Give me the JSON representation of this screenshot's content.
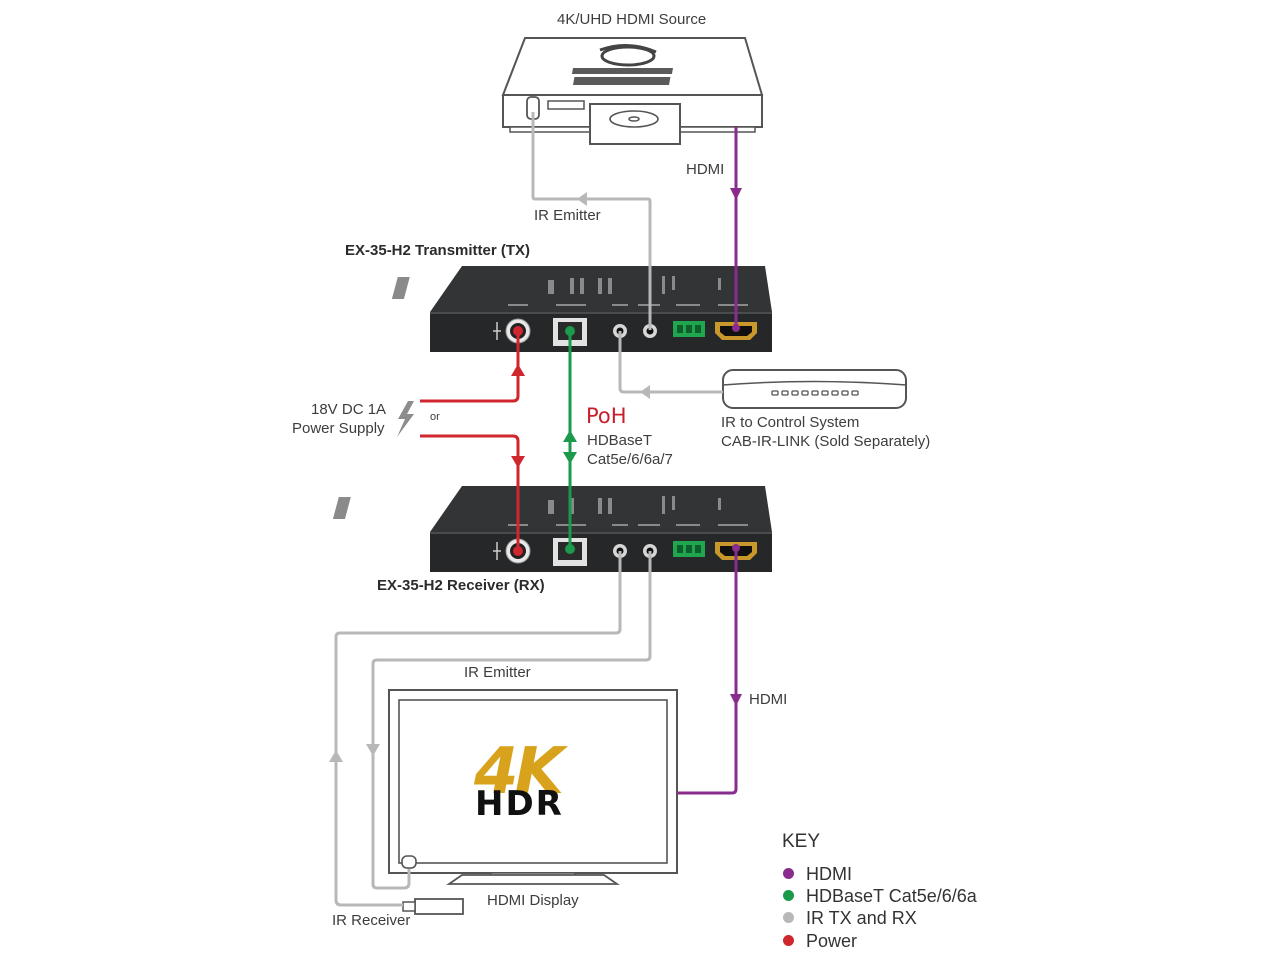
{
  "labels": {
    "source": "4K/UHD HDMI Source",
    "hdmi_top": "HDMI",
    "ir_emitter_top": "IR Emitter",
    "transmitter": "EX-35-H2 Transmitter (TX)",
    "power_line1": "18V DC 1A",
    "power_line2": "Power Supply",
    "or": "or",
    "poh": "PoH",
    "hdbaset_line1": "HDBaseT",
    "hdbaset_line2": "Cat5e/6/6a/7",
    "ir_control_line1": "IR to Control System",
    "ir_control_line2": "CAB-IR-LINK (Sold Separately)",
    "receiver": "EX-35-H2 Receiver (RX)",
    "ir_emitter_bottom": "IR Emitter",
    "hdmi_bottom": "HDMI",
    "ir_receiver": "IR Receiver",
    "hdmi_display": "HDMI Display"
  },
  "screen": {
    "line1": "4K",
    "line2": "HDR"
  },
  "key": {
    "title": "KEY",
    "items": [
      {
        "label": "HDMI",
        "color": "#8a2b8e"
      },
      {
        "label": "HDBaseT Cat5e/6/6a",
        "color": "#1a9a4a"
      },
      {
        "label": "IR TX and RX",
        "color": "#b8b8b8"
      },
      {
        "label": "Power",
        "color": "#d0262e"
      }
    ]
  },
  "colors": {
    "hdmi": "#8a2b8e",
    "hdbaset": "#1a9a4a",
    "ir": "#b8b8b8",
    "power": "#d0262e"
  }
}
